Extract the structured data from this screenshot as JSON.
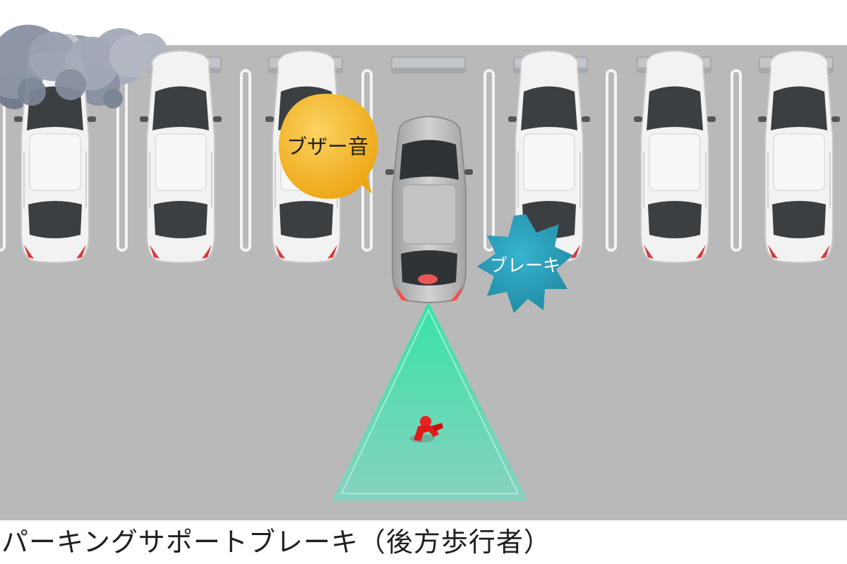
{
  "caption": "パーキングサポートブレーキ（後方歩行者）",
  "callouts": {
    "buzzer": "ブザー音",
    "brake": "ブレーキ"
  },
  "colors": {
    "ground": "#b9b9b9",
    "lines": "#f1f1f1",
    "curb": "#b3b6bb",
    "buzzer_bubble": "#f4b41e",
    "brake_burst": "#2a9bb6",
    "detection_zone": "#41dca7",
    "pedestrian": "#e21a1a",
    "parked_car": "#eeeeee",
    "ego_car": "#b7b7b7"
  },
  "icons": {
    "pedestrian": "pedestrian-icon",
    "tree": "tree-icon"
  }
}
